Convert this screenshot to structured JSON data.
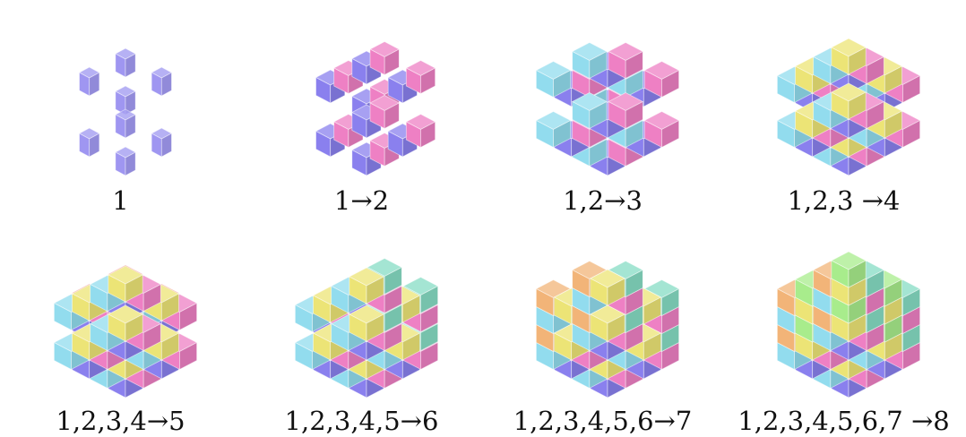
{
  "colors": {
    "layer1": "#8a80ee",
    "layer2": "#ee80c4",
    "layer3": "#92dcee",
    "layer4": "#ece476",
    "layer5": "#ee7c76",
    "layer6": "#86dcc4",
    "layer7": "#f2b478",
    "layer8": "#a8ec8c"
  },
  "panels": [
    {
      "caption": "1"
    },
    {
      "caption": "1→2"
    },
    {
      "caption": "1,2→3"
    },
    {
      "caption": "1,2,3 →4"
    },
    {
      "caption": "1,2,3,4→5"
    },
    {
      "caption": "1,2,3,4,5→6"
    },
    {
      "caption": "1,2,3,4,5,6→7"
    },
    {
      "caption": "1,2,3,4,5,6,7 →8"
    }
  ]
}
